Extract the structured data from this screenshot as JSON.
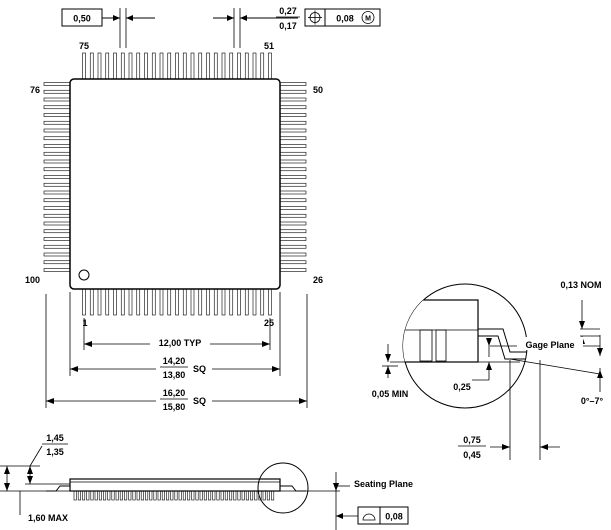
{
  "top_callouts": {
    "pitch_box": "0,50",
    "lead_width_max": "0,27",
    "lead_width_min": "0,17",
    "position_tolerance": "0,08",
    "modifier_symbol": "M"
  },
  "pin_labels": {
    "top_left": "75",
    "top_right": "51",
    "left_top": "76",
    "left_bottom": "100",
    "right_top": "50",
    "right_bottom": "26",
    "bottom_left": "1",
    "bottom_right": "25"
  },
  "body_dimensions": {
    "typ": "12,00 TYP",
    "body_max": "14,20",
    "body_min": "13,80",
    "body_sq": "SQ",
    "overall_max": "16,20",
    "overall_min": "15,80",
    "overall_sq": "SQ"
  },
  "side_view": {
    "standoff_max": "1,45",
    "standoff_min": "1,35",
    "height_max": "1,60 MAX",
    "seating_plane": "Seating Plane",
    "coplanarity": "0,08"
  },
  "detail_view": {
    "lead_thickness": "0,13 NOM",
    "gage_plane": "Gage Plane",
    "gage_offset": "0,25",
    "standoff_min": "0,05 MIN",
    "angle": "0°–7°",
    "foot_max": "0,75",
    "foot_min": "0,45"
  }
}
